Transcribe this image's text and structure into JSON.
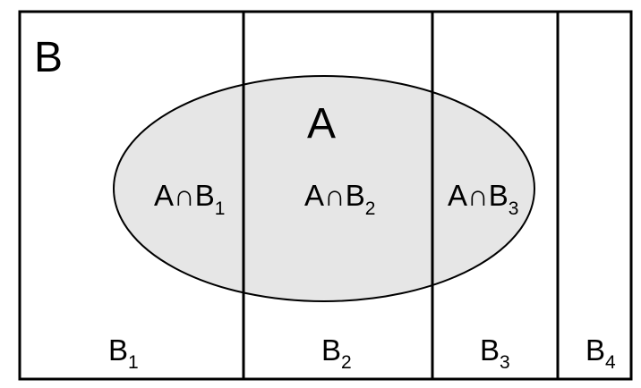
{
  "universe_label": "B",
  "set_label": "A",
  "region_labels": [
    {
      "base": "A∩B",
      "sub": "1"
    },
    {
      "base": "A∩B",
      "sub": "2"
    },
    {
      "base": "A∩B",
      "sub": "3"
    }
  ],
  "partition_labels": [
    {
      "base": "B",
      "sub": "1"
    },
    {
      "base": "B",
      "sub": "2"
    },
    {
      "base": "B",
      "sub": "3"
    },
    {
      "base": "B",
      "sub": "4"
    }
  ],
  "colors": {
    "ellipse_fill": "#e6e6e6",
    "stroke": "#000000",
    "background": "#ffffff"
  }
}
